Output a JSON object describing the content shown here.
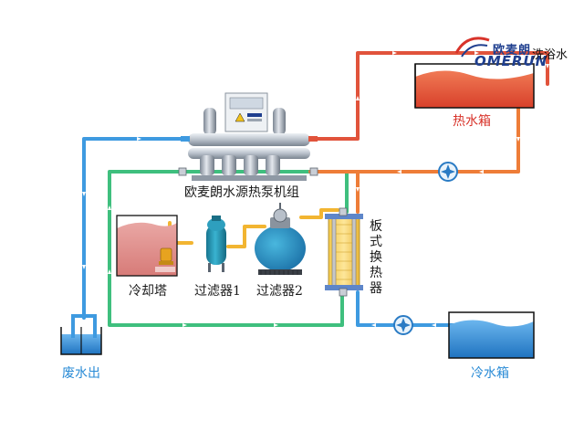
{
  "brand": {
    "name_cn": "欧麦朗",
    "name_en": "OMERUN"
  },
  "labels": {
    "bath_water": "洗浴水",
    "hot_tank": "热水箱",
    "cold_tank": "冷水箱",
    "heat_pump": "欧麦朗水源热泵机组",
    "plate_exchanger": "板式换热器",
    "cooling_tower": "冷却塔",
    "filter1": "过滤器1",
    "filter2": "过滤器2",
    "waste_out": "废水出"
  },
  "colors": {
    "hot_pipe": "#e1533b",
    "cold_pipe": "#3e9ae0",
    "green_pipe": "#3fbf7e",
    "yellow_pipe": "#f2b531",
    "orange_pipe": "#ee7d38",
    "hot_water": "#e2553a",
    "cold_water": "#2d86d3"
  },
  "icons": [
    "pump-icon",
    "valve-icon",
    "warning-icon",
    "flow-arrow-icon"
  ]
}
